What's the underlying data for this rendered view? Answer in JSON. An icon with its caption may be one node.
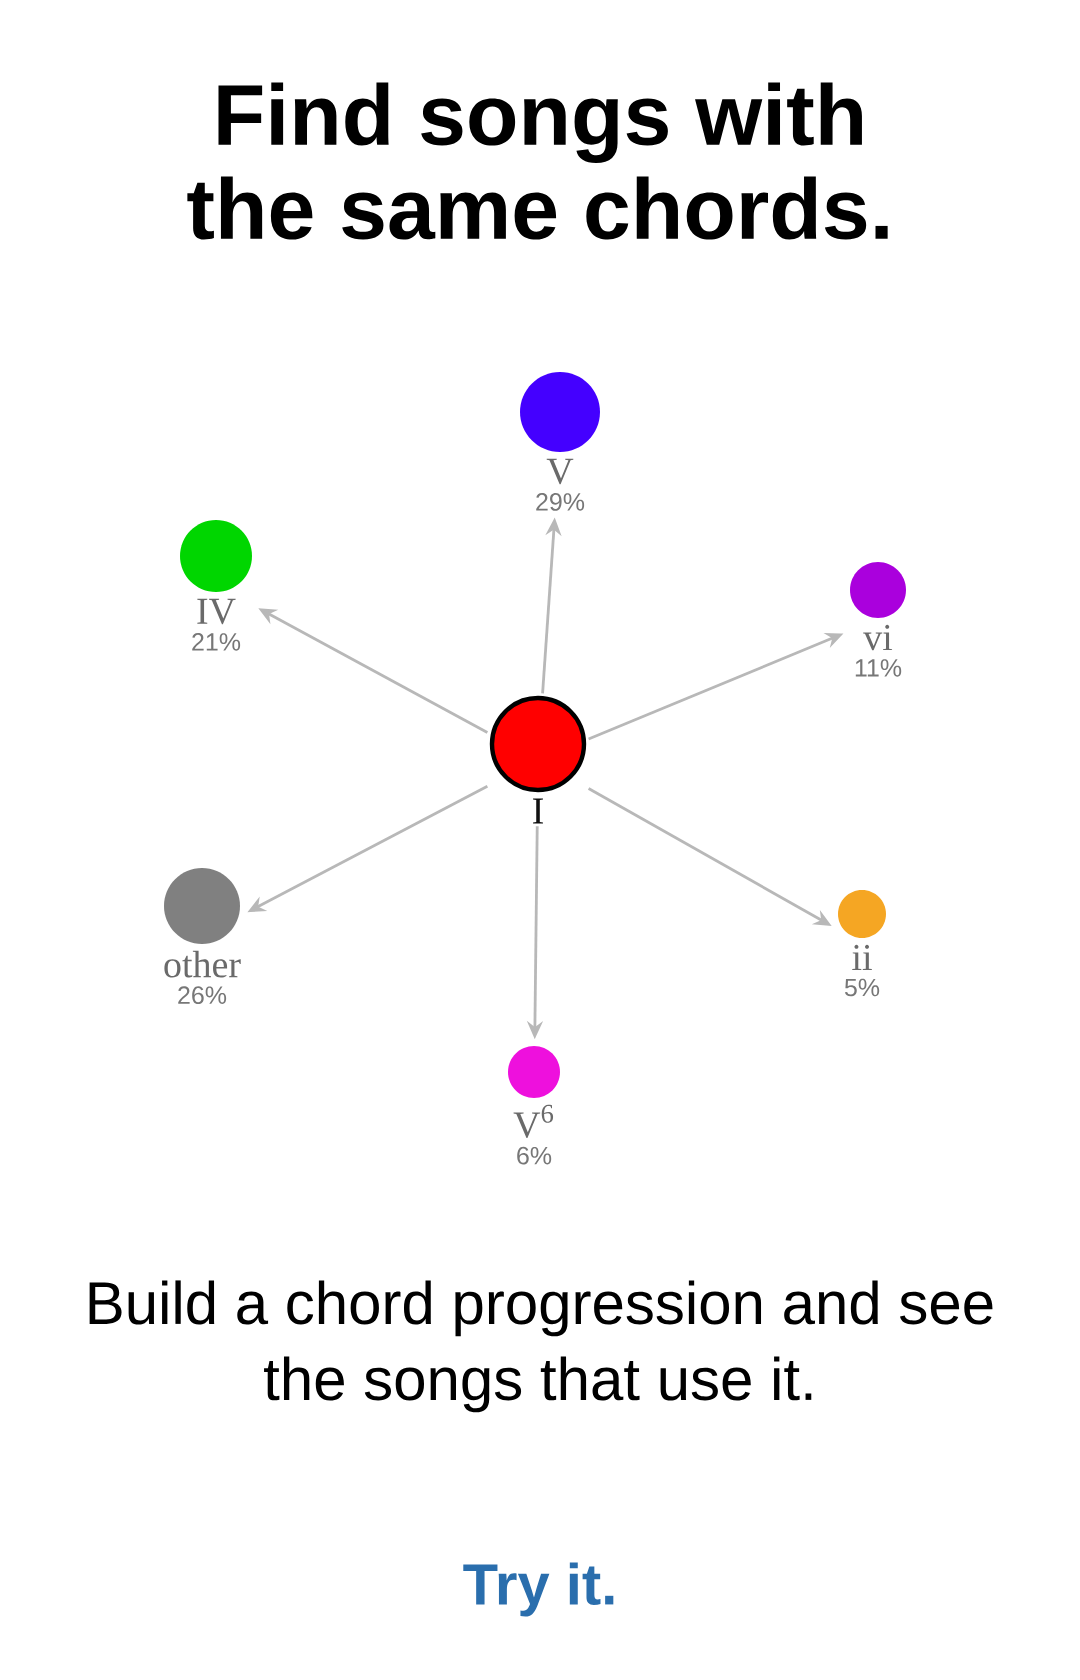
{
  "diagram": {
    "title": "Find songs with the same chords.",
    "nodes": [
      {
        "text": [
          "V",
          "29%"
        ]
      },
      {
        "text": [
          "IV",
          "21%"
        ]
      },
      {
        "text": [
          "vi",
          "11%"
        ]
      },
      {
        "text": [
          "I"
        ]
      },
      {
        "text": [
          "other",
          "26%"
        ]
      },
      {
        "text": [
          "ii",
          "5%"
        ]
      },
      {
        "text": [
          "V$^{6}$",
          "6%"
        ]
      }
    ],
    "edges": [
      {
        "from": 3,
        "to": 0,
        "arrow": "to"
      },
      {
        "from": 3,
        "to": 1,
        "arrow": "to"
      },
      {
        "from": 3,
        "to": 2,
        "arrow": "to"
      },
      {
        "from": 3,
        "to": 4,
        "arrow": "to"
      },
      {
        "from": 3,
        "to": 5,
        "arrow": "to"
      },
      {
        "from": 3,
        "to": 6,
        "arrow": "to"
      }
    ],
    "labels": [
      "Build a chord progression and see the songs that use it.",
      "Try it."
    ]
  }
}
